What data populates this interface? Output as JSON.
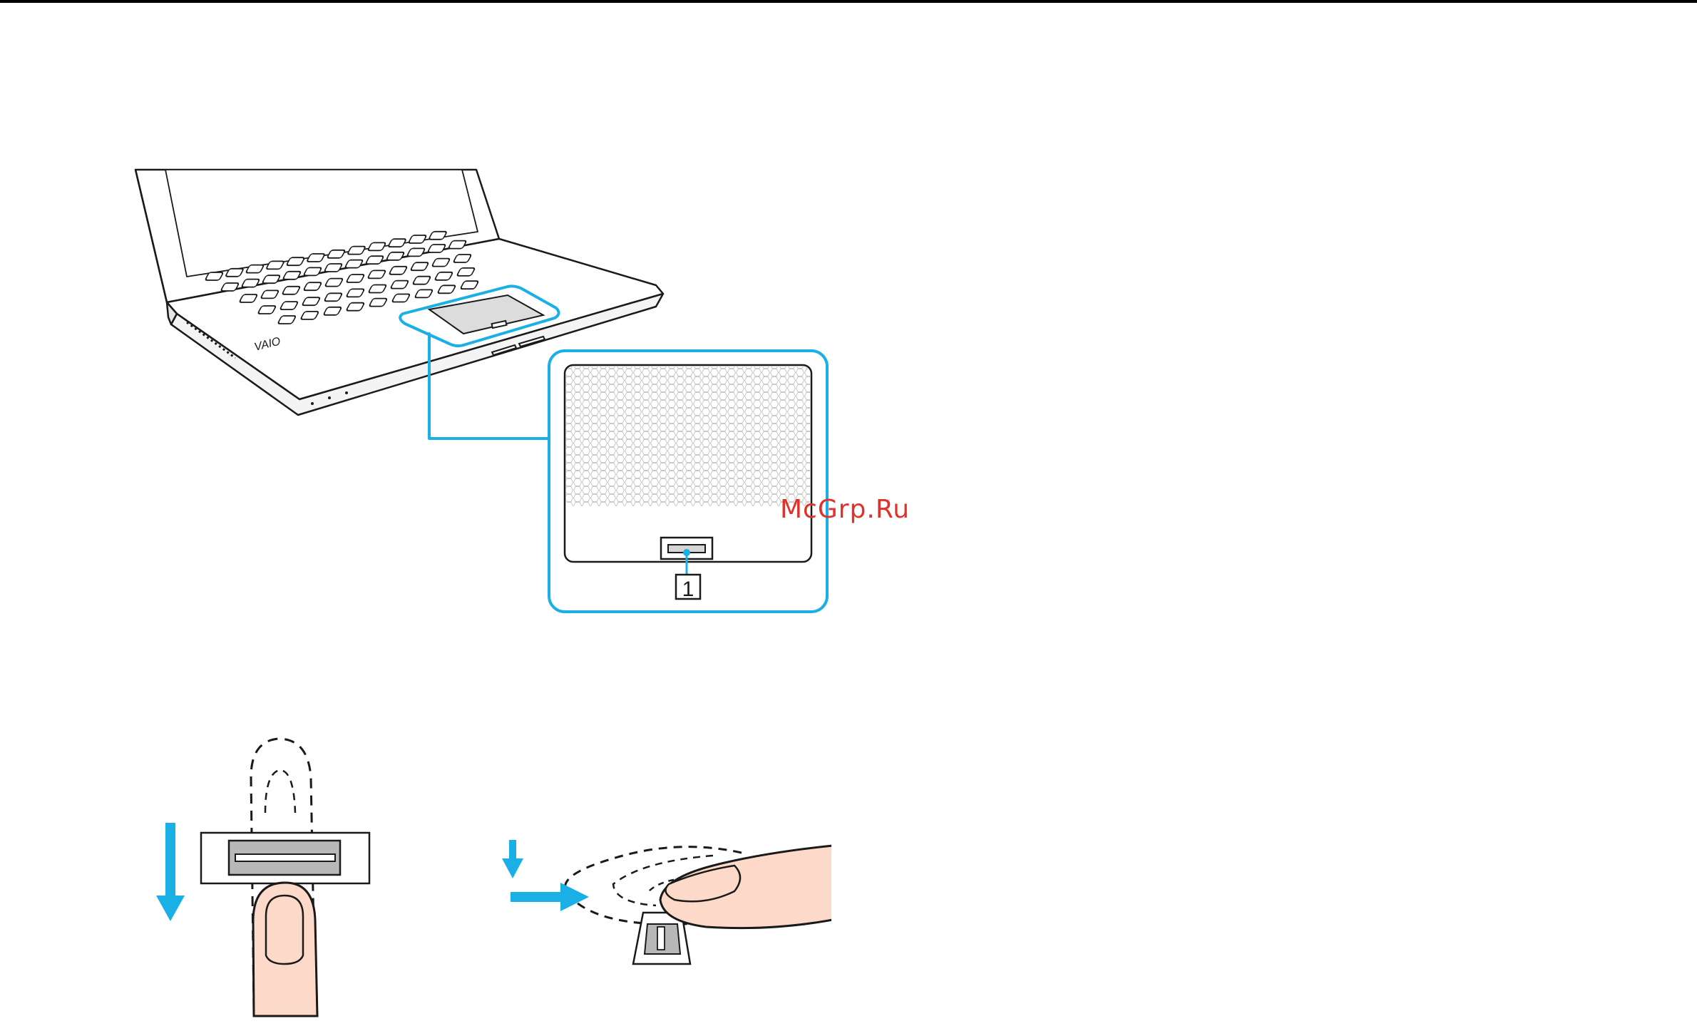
{
  "figure": {
    "callout_number": "1",
    "brand_mark": "VAIO",
    "accent_color": "#1ab0e6",
    "finger_fill": "#fcd9c8",
    "sensor_fill": "#b8b8b8"
  },
  "watermark": {
    "text": "McGrp.Ru",
    "color": "#e0322a"
  }
}
